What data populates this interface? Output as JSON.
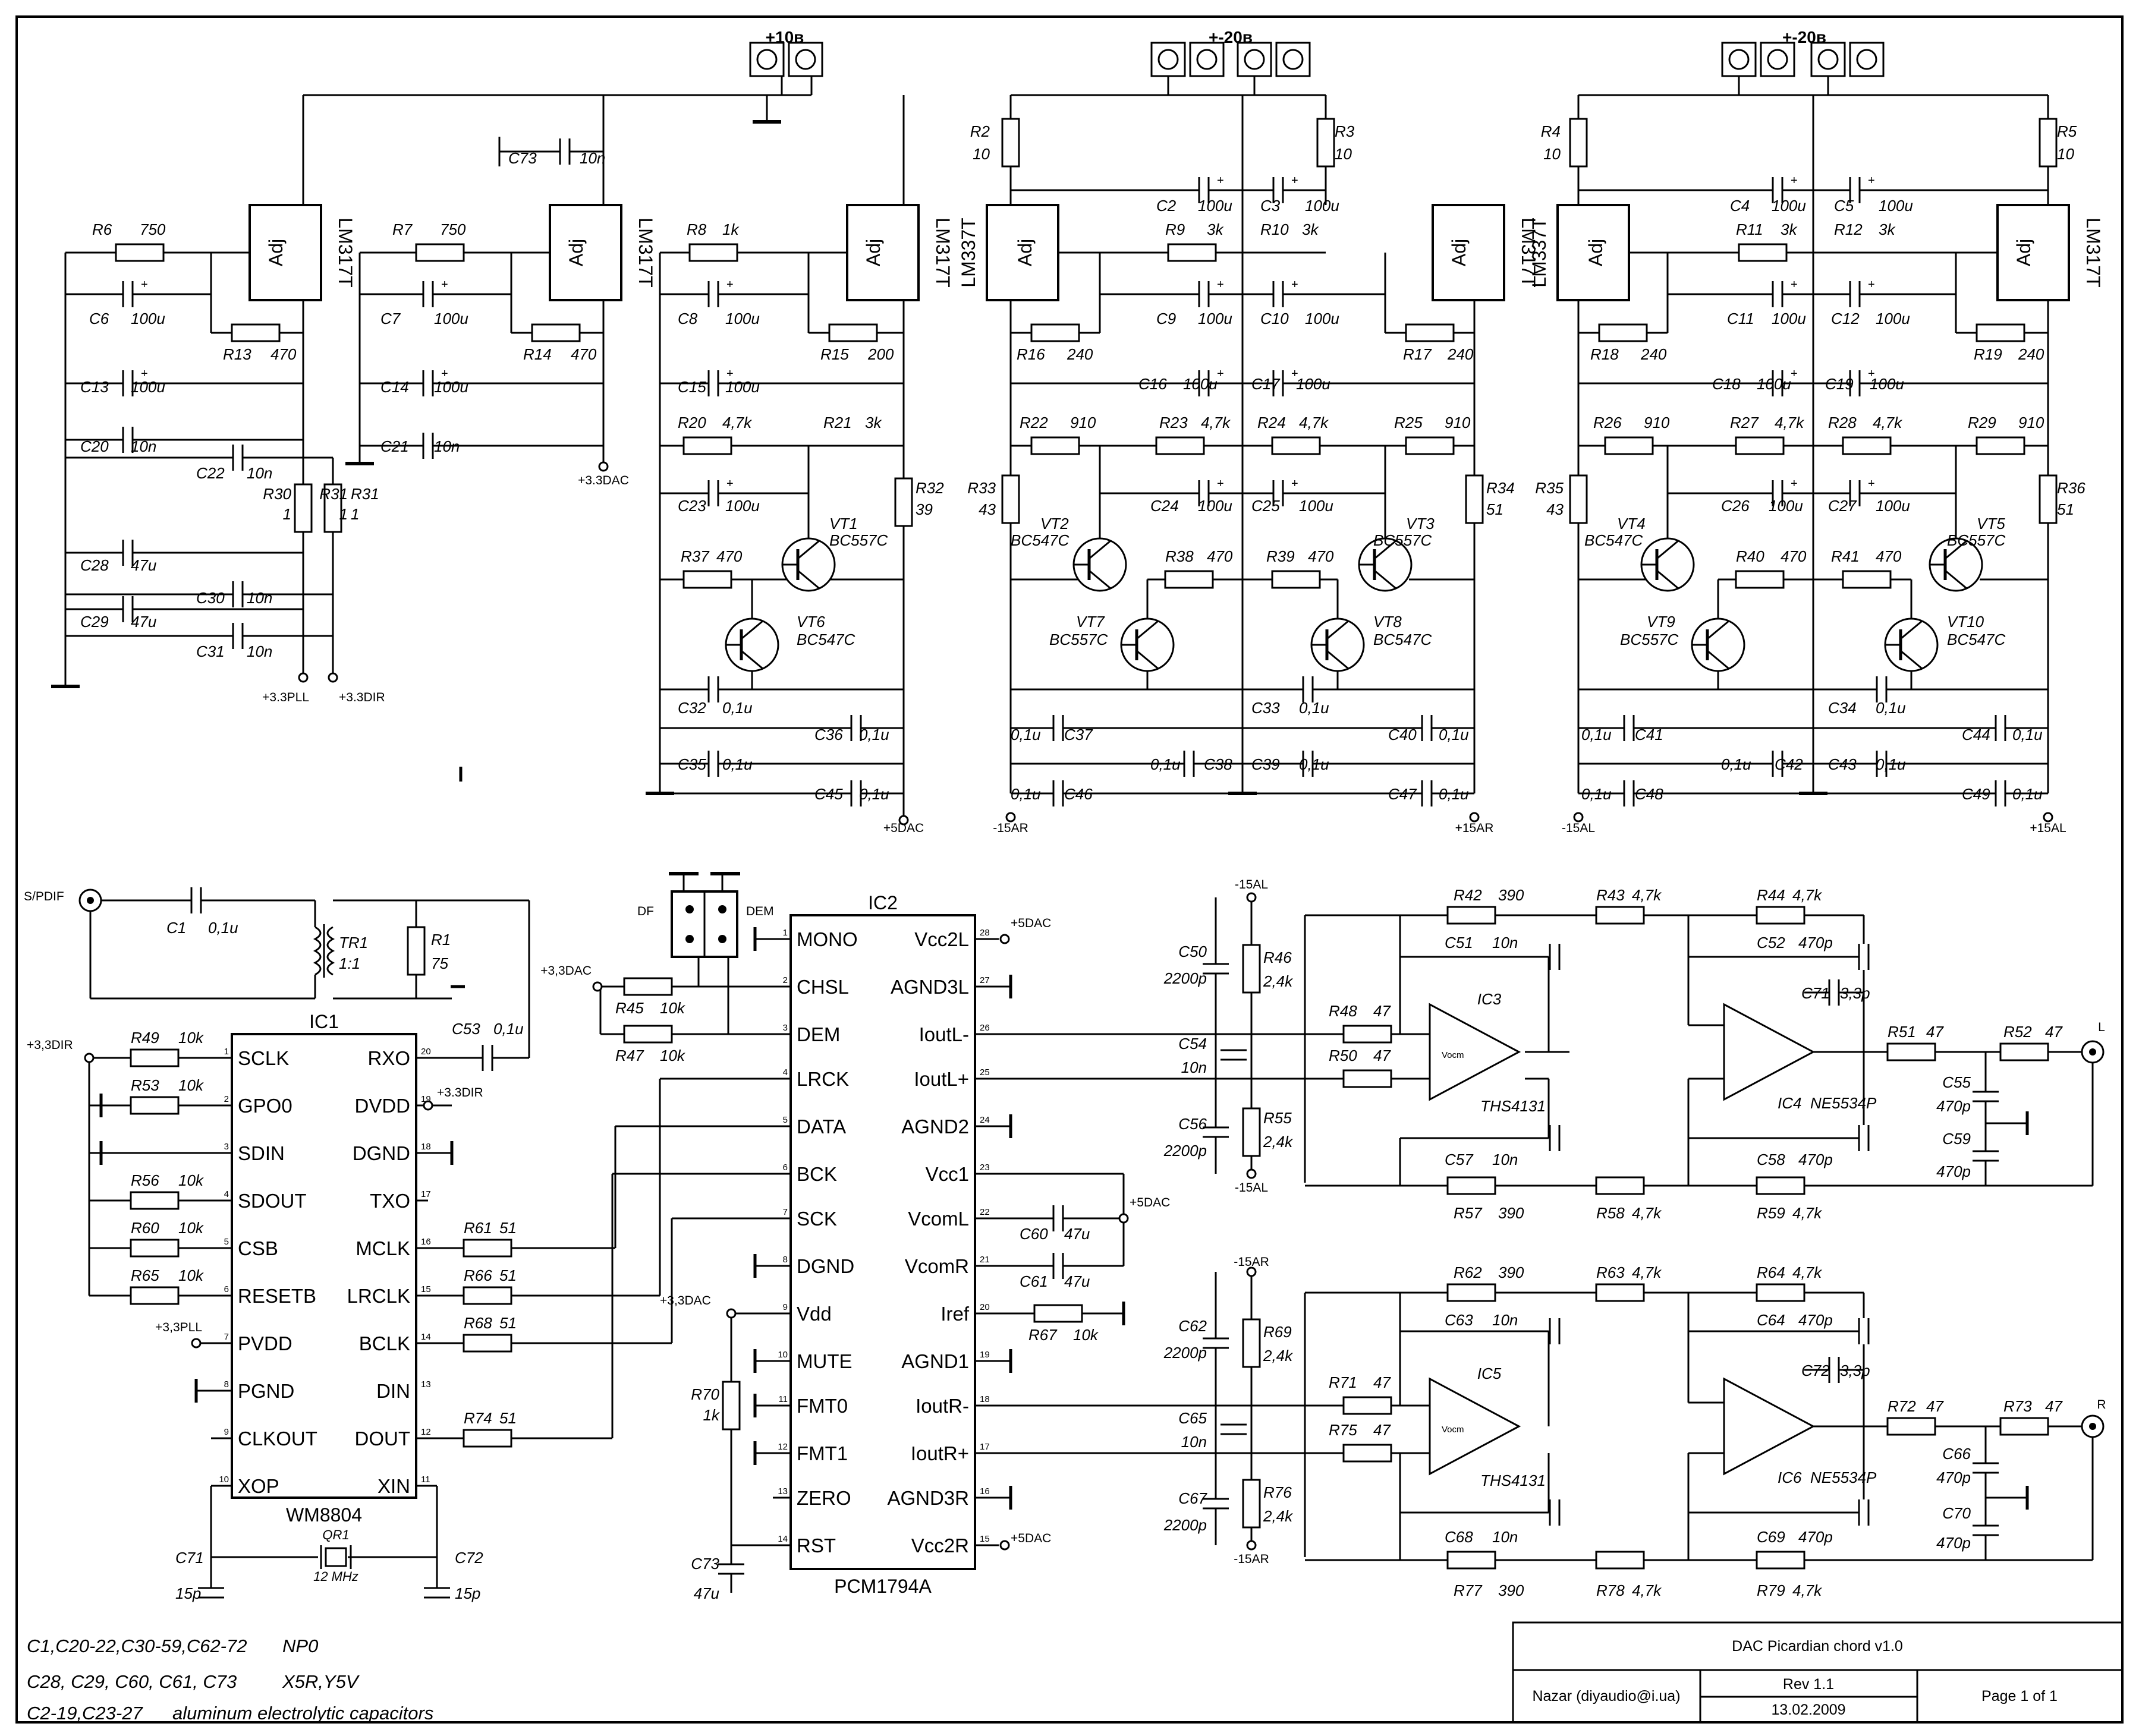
{
  "supplies": {
    "h1": "+10в",
    "h2": "+-20в",
    "h3": "+-20в",
    "r_33pll": "+3.3PLL",
    "r_33dir": "+3.3DIR",
    "r_33dac": "+3.3DAC",
    "r_5dac": "+5DAC",
    "r_m15ar": "-15AR",
    "r_p15ar": "+15AR",
    "r_m15al": "-15AL",
    "r_p15al": "+15AL",
    "r_33dac_b": "+3,3DAC",
    "r_33dir_b": "+3,3DIR",
    "r_33pll_b": "+3,3PLL",
    "r_5dac_b": "+5DAC"
  },
  "regulators": {
    "lm317": "LM317T",
    "lm337": "LM337T",
    "adj": "Adj"
  },
  "parts": {
    "R6": "R6",
    "R6v": "750",
    "R7": "R7",
    "R7v": "750",
    "R8": "R8",
    "R8v": "1k",
    "R13": "R13",
    "R13v": "470",
    "R14": "R14",
    "R14v": "470",
    "R15": "R15",
    "R15v": "200",
    "R30": "R30",
    "R30v": "1",
    "R31": "R31",
    "R31v": "1",
    "C6": "C6",
    "C6v": "100u",
    "C13": "C13",
    "C13v": "100u",
    "C20": "C20",
    "C20v": "10n",
    "C22": "C22",
    "C22v": "10n",
    "C28": "C28",
    "C28v": "47u",
    "C30": "C30",
    "C30v": "10n",
    "C29": "C29",
    "C29v": "47u",
    "C31": "C31",
    "C31v": "10n",
    "C73a": "C73",
    "C73av": "10n",
    "C7": "C7",
    "C7v": "100u",
    "C14": "C14",
    "C14v": "100u",
    "C21": "C21",
    "C21v": "10n",
    "C8": "C8",
    "C8v": "100u",
    "C15": "C15",
    "C15v": "100u",
    "R20": "R20",
    "R20v": "4,7k",
    "R21": "R21",
    "R21v": "3k",
    "C23": "C23",
    "C23v": "100u",
    "R32": "R32",
    "R32v": "39",
    "R37": "R37",
    "R37v": "470",
    "VT1": "VT1",
    "VT1t": "BC557C",
    "VT6": "VT6",
    "VT6t": "BC547C",
    "C32": "C32",
    "C32v": "0,1u",
    "C36": "C36",
    "C36v": "0,1u",
    "C35": "C35",
    "C35v": "0,1u",
    "C45": "C45",
    "C45v": "0,1u",
    "R2": "R2",
    "R2v": "10",
    "R3": "R3",
    "R3v": "10",
    "C2": "C2",
    "C2v": "100u",
    "C3": "C3",
    "C3v": "100u",
    "R9": "R9",
    "R9v": "3k",
    "R10": "R10",
    "R10v": "3k",
    "C9": "C9",
    "C9v": "100u",
    "C10": "C10",
    "C10v": "100u",
    "R16": "R16",
    "R16v": "240",
    "R17": "R17",
    "R17v": "240",
    "C16": "C16",
    "C16v": "100u",
    "C17": "C17",
    "C17v": "100u",
    "R22": "R22",
    "R22v": "910",
    "R23": "R23",
    "R23v": "4,7k",
    "R24": "R24",
    "R24v": "4,7k",
    "R25": "R25",
    "R25v": "910",
    "R33": "R33",
    "R33v": "43",
    "R34": "R34",
    "R34v": "51",
    "C24": "C24",
    "C24v": "100u",
    "C25": "C25",
    "C25v": "100u",
    "VT2": "VT2",
    "VT2t": "BC547C",
    "VT3": "VT3",
    "VT3t": "BC557C",
    "R38": "R38",
    "R38v": "470",
    "R39": "R39",
    "R39v": "470",
    "VT7": "VT7",
    "VT7t": "BC557C",
    "VT8": "VT8",
    "VT8t": "BC547C",
    "C33": "C33",
    "C33v": "0,1u",
    "C37": "C37",
    "C37v": "0,1u",
    "C38": "C38",
    "C38v": "0,1u",
    "C40": "C40",
    "C40v": "0,1u",
    "C39": "C39",
    "C39v": "0,1u",
    "C46": "C46",
    "C46v": "0,1u",
    "C47": "C47",
    "C47v": "0,1u",
    "R4": "R4",
    "R4v": "10",
    "R5": "R5",
    "R5v": "10",
    "C4": "C4",
    "C4v": "100u",
    "C5": "C5",
    "C5v": "100u",
    "R11": "R11",
    "R11v": "3k",
    "R12": "R12",
    "R12v": "3k",
    "C11": "C11",
    "C11v": "100u",
    "C12": "C12",
    "C12v": "100u",
    "R18": "R18",
    "R18v": "240",
    "R19": "R19",
    "R19v": "240",
    "C18": "C18",
    "C18v": "100u",
    "C19": "C19",
    "C19v": "100u",
    "R26": "R26",
    "R26v": "910",
    "R27": "R27",
    "R27v": "4,7k",
    "R28": "R28",
    "R28v": "4,7k",
    "R29": "R29",
    "R29v": "910",
    "R35": "R35",
    "R35v": "43",
    "R36": "R36",
    "R36v": "51",
    "C26": "C26",
    "C26v": "100u",
    "C27": "C27",
    "C27v": "100u",
    "VT4": "VT4",
    "VT4t": "BC547C",
    "VT5": "VT5",
    "VT5t": "BC557C",
    "R40": "R40",
    "R40v": "470",
    "R41": "R41",
    "R41v": "470",
    "VT9": "VT9",
    "VT9t": "BC557C",
    "VT10": "VT10",
    "VT10t": "BC547C",
    "C34": "C34",
    "C34v": "0,1u",
    "C41": "C41",
    "C41v": "0,1u",
    "C42": "C42",
    "C42v": "0,1u",
    "C44": "C44",
    "C44v": "0,1u",
    "C43": "C43",
    "C43v": "0,1u",
    "C48": "C48",
    "C48v": "0,1u",
    "C49": "C49",
    "C49v": "0,1u",
    "C1": "C1",
    "C1v": "0,1u",
    "TR1": "TR1",
    "TR1v": "1:1",
    "R1": "R1",
    "R1v": "75",
    "R45": "R45",
    "R45v": "10k",
    "R47": "R47",
    "R47v": "10k",
    "R49": "R49",
    "R49v": "10k",
    "R53": "R53",
    "R53v": "10k",
    "R56": "R56",
    "R56v": "10k",
    "R60": "R60",
    "R60v": "10k",
    "R65": "R65",
    "R65v": "10k",
    "C53": "C53",
    "C53v": "0,1u",
    "R61": "R61",
    "R61v": "51",
    "R66": "R66",
    "R66v": "51",
    "R68": "R68",
    "R68v": "51",
    "R74": "R74",
    "R74v": "51",
    "C71a": "C71",
    "C71av": "15p",
    "C72a": "C72",
    "C72av": "15p",
    "QR1": "QR1",
    "QR1v": "12 MHz",
    "C60": "C60",
    "C60v": "47u",
    "C61": "C61",
    "C61v": "47u",
    "R67": "R67",
    "R67v": "10k",
    "R70": "R70",
    "R70v": "1k",
    "C73b": "C73",
    "C73bv": "47u",
    "R42": "R42",
    "R42v": "390",
    "R43": "R43",
    "R43v": "4,7k",
    "R44": "R44",
    "R44v": "4,7k",
    "C51": "C51",
    "C51v": "10n",
    "C52": "C52",
    "C52v": "470p",
    "C71b": "C71",
    "C71bv": "3,3p",
    "C50": "C50",
    "C50v": "2200p",
    "R46": "R46",
    "R46v": "2,4k",
    "R48": "R48",
    "R48v": "47",
    "C54": "C54",
    "C54v": "10n",
    "R50": "R50",
    "R50v": "47",
    "IC3": "IC3",
    "IC3t": "THS4131",
    "C56": "C56",
    "C56v": "2200p",
    "R55": "R55",
    "R55v": "2,4k",
    "C57": "C57",
    "C57v": "10n",
    "R57": "R57",
    "R57v": "390",
    "R58": "R58",
    "R58v": "4,7k",
    "C58": "C58",
    "C58v": "470p",
    "R59": "R59",
    "R59v": "4,7k",
    "IC4": "IC4",
    "IC4t": "NE5534P",
    "R51": "R51",
    "R51v": "47",
    "R52": "R52",
    "R52v": "47",
    "C55": "C55",
    "C55v": "470p",
    "C59": "C59",
    "C59v": "470p",
    "R62": "R62",
    "R62v": "390",
    "R63": "R63",
    "R63v": "4,7k",
    "R64": "R64",
    "R64v": "4,7k",
    "C63": "C63",
    "C63v": "10n",
    "C64": "C64",
    "C64v": "470p",
    "C72b": "C72",
    "C72bv": "3,3p",
    "C62": "C62",
    "C62v": "2200p",
    "R69": "R69",
    "R69v": "2,4k",
    "R71": "R71",
    "R71v": "47",
    "C65": "C65",
    "C65v": "10n",
    "R75": "R75",
    "R75v": "47",
    "IC5": "IC5",
    "IC5t": "THS4131",
    "C67": "C67",
    "C67v": "2200p",
    "R76": "R76",
    "R76v": "2,4k",
    "C68": "C68",
    "C68v": "10n",
    "R77": "R77",
    "R77v": "390",
    "R78": "R78",
    "R78v": "4,7k",
    "C69": "C69",
    "C69v": "470p",
    "R79": "R79",
    "R79v": "4,7k",
    "IC6": "IC6",
    "IC6t": "NE5534P",
    "R72": "R72",
    "R72v": "47",
    "R73": "R73",
    "R73v": "47",
    "C66": "C66",
    "C66v": "470p",
    "C70": "C70",
    "C70v": "470p",
    "vocm": "Vocm"
  },
  "connectors": {
    "spdif": "S/PDIF",
    "out_l": "L",
    "out_r": "R",
    "df": "DF",
    "dem": "DEM"
  },
  "ic1": {
    "ref": "IC1",
    "part": "WM8804",
    "left_pins": [
      {
        "num": "1",
        "name": "SCLK"
      },
      {
        "num": "2",
        "name": "GPO0"
      },
      {
        "num": "3",
        "name": "SDIN"
      },
      {
        "num": "4",
        "name": "SDOUT"
      },
      {
        "num": "5",
        "name": "CSB"
      },
      {
        "num": "6",
        "name": "RESETB"
      },
      {
        "num": "7",
        "name": "PVDD"
      },
      {
        "num": "8",
        "name": "PGND"
      },
      {
        "num": "9",
        "name": "CLKOUT"
      },
      {
        "num": "10",
        "name": "XOP"
      }
    ],
    "right_pins": [
      {
        "num": "20",
        "name": "RXO"
      },
      {
        "num": "19",
        "name": "DVDD"
      },
      {
        "num": "18",
        "name": "DGND"
      },
      {
        "num": "17",
        "name": "TXO"
      },
      {
        "num": "16",
        "name": "MCLK"
      },
      {
        "num": "15",
        "name": "LRCLK"
      },
      {
        "num": "14",
        "name": "BCLK"
      },
      {
        "num": "13",
        "name": "DIN"
      },
      {
        "num": "12",
        "name": "DOUT"
      },
      {
        "num": "11",
        "name": "XIN"
      }
    ]
  },
  "ic2": {
    "ref": "IC2",
    "part": "PCM1794A",
    "left_pins": [
      {
        "num": "1",
        "name": "MONO"
      },
      {
        "num": "2",
        "name": "CHSL"
      },
      {
        "num": "3",
        "name": "DEM"
      },
      {
        "num": "4",
        "name": "LRCK"
      },
      {
        "num": "5",
        "name": "DATA"
      },
      {
        "num": "6",
        "name": "BCK"
      },
      {
        "num": "7",
        "name": "SCK"
      },
      {
        "num": "8",
        "name": "DGND"
      },
      {
        "num": "9",
        "name": "Vdd"
      },
      {
        "num": "10",
        "name": "MUTE"
      },
      {
        "num": "11",
        "name": "FMT0"
      },
      {
        "num": "12",
        "name": "FMT1"
      },
      {
        "num": "13",
        "name": "ZERO"
      },
      {
        "num": "14",
        "name": "RST"
      }
    ],
    "right_pins": [
      {
        "num": "28",
        "name": "Vcc2L"
      },
      {
        "num": "27",
        "name": "AGND3L"
      },
      {
        "num": "26",
        "name": "IoutL-"
      },
      {
        "num": "25",
        "name": "IoutL+"
      },
      {
        "num": "24",
        "name": "AGND2"
      },
      {
        "num": "23",
        "name": "Vcc1"
      },
      {
        "num": "22",
        "name": "VcomL"
      },
      {
        "num": "21",
        "name": "VcomR"
      },
      {
        "num": "20",
        "name": "Iref"
      },
      {
        "num": "19",
        "name": "AGND1"
      },
      {
        "num": "18",
        "name": "IoutR-"
      },
      {
        "num": "17",
        "name": "IoutR+"
      },
      {
        "num": "16",
        "name": "AGND3R"
      },
      {
        "num": "15",
        "name": "Vcc2R"
      }
    ]
  },
  "notes": {
    "line1a": "C1,C20-22,C30-59,C62-72",
    "line1b": "NP0",
    "line2a": "C28, C29, C60, C61, C73",
    "line2b": "X5R,Y5V",
    "line3a": "C2-19,C23-27",
    "line3b": "aluminum electrolytic capacitors"
  },
  "title_block": {
    "title": "DAC Picardian chord v1.0",
    "author": "Nazar (diyaudio@i.ua)",
    "rev": "Rev 1.1",
    "date": "13.02.2009",
    "page": "Page 1 of 1"
  }
}
